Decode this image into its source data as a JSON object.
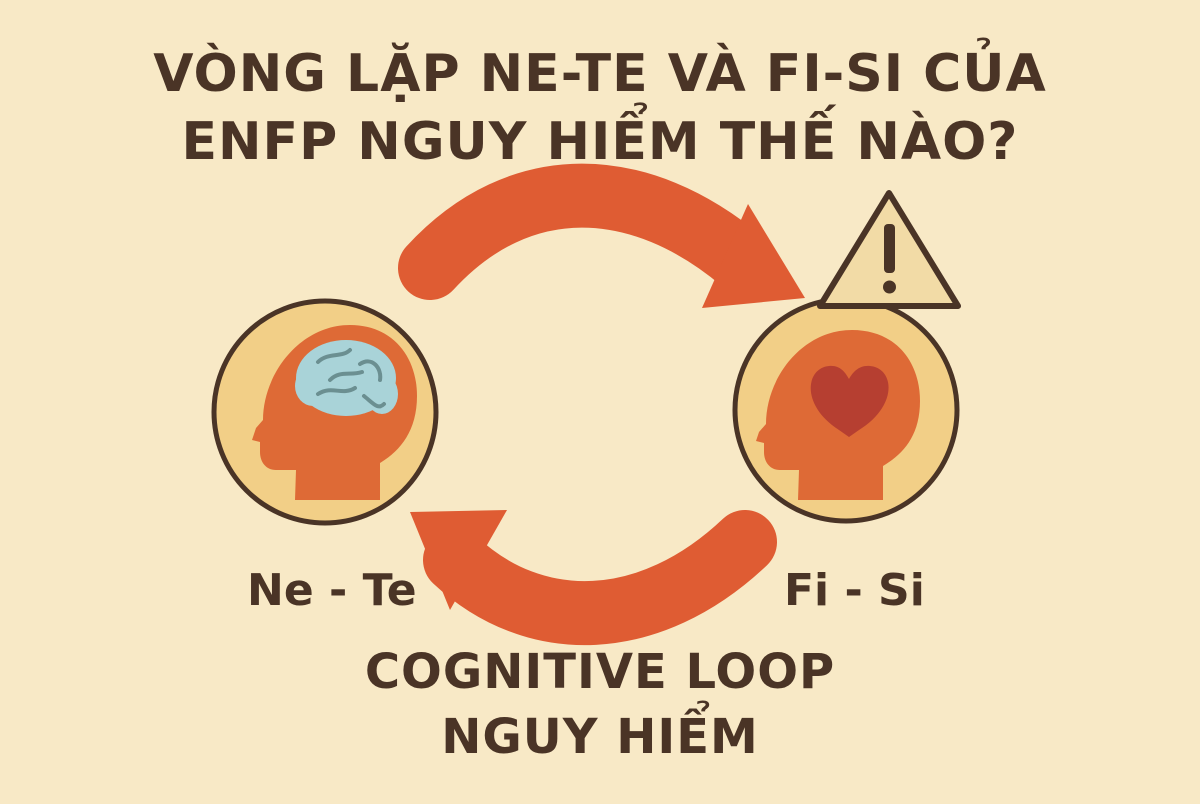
{
  "title": {
    "line1": "VÒNG LẶP NE-TE VÀ FI-SI CỦA",
    "line2": "ENFP NGUY HIỂM THẾ NÀO?"
  },
  "nodes": {
    "left": {
      "label": "Ne - Te",
      "icon": "brain-head-icon"
    },
    "right": {
      "label": "Fi - Si",
      "icon": "heart-head-icon",
      "alert_icon": "warning-triangle-icon"
    }
  },
  "bottom_text": {
    "line1": "COGNITIVE LOOP",
    "line2": "NGUY HIỂM"
  },
  "colors": {
    "background": "#f8e9c6",
    "text": "#4a3426",
    "arrow": "#df5c33",
    "circle_fill": "#f2cf87",
    "head_fill": "#de6a36",
    "brain_fill": "#a9d3d8",
    "heart_fill": "#b63f31",
    "outline": "#4a3426"
  }
}
